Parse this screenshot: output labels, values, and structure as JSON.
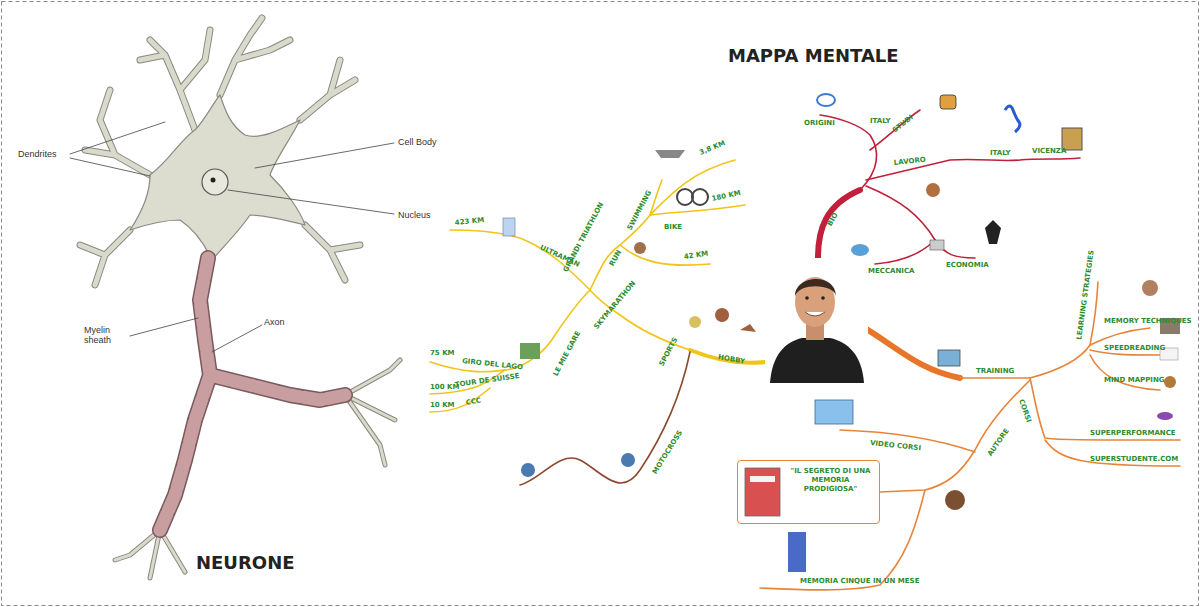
{
  "diagram": {
    "nodes": [
      {
        "text": [
          "\"IL SEGRETO DI UNA MEMORIA PRODIGIOSA\""
        ]
      }
    ],
    "labels": [
      "Dendrites",
      "Cell Body",
      "Nucleus",
      "Myelin sheath",
      "Axon",
      "NEURONE",
      "MAPPA MENTALE",
      "GRANDI TRIATHLON",
      "SWIMMING",
      "3,8 KM",
      "180 KM",
      "BIKE",
      "RUN",
      "42 KM",
      "ULTRAMAN",
      "423 KM",
      "SKYMARATHON",
      "SPORTS",
      "HOBBY",
      "LE MIE GARE",
      "75 KM",
      "GIRO DEL LAGO",
      "100 KM",
      "TOUR DE SUISSE",
      "10 KM",
      "CCC",
      "MOTOCROSS",
      "ORIGINI",
      "ITALY",
      "STUDI",
      "BIO",
      "LAVORO",
      "ITALY",
      "VICENZA",
      "MECCANICA",
      "ECONOMIA",
      "LEARNING STRATEGIES",
      "MEMORY TECHNIQUES",
      "SPEEDREADING",
      "MIND MAPPING",
      "TRAINING",
      "CORSI",
      "SUPERPERFORMANCE",
      "SUPERSTUDENTE.COM",
      "AUTORE",
      "VIDEO CORSI",
      "MEMORIA CINQUE IN UN MESE"
    ]
  }
}
